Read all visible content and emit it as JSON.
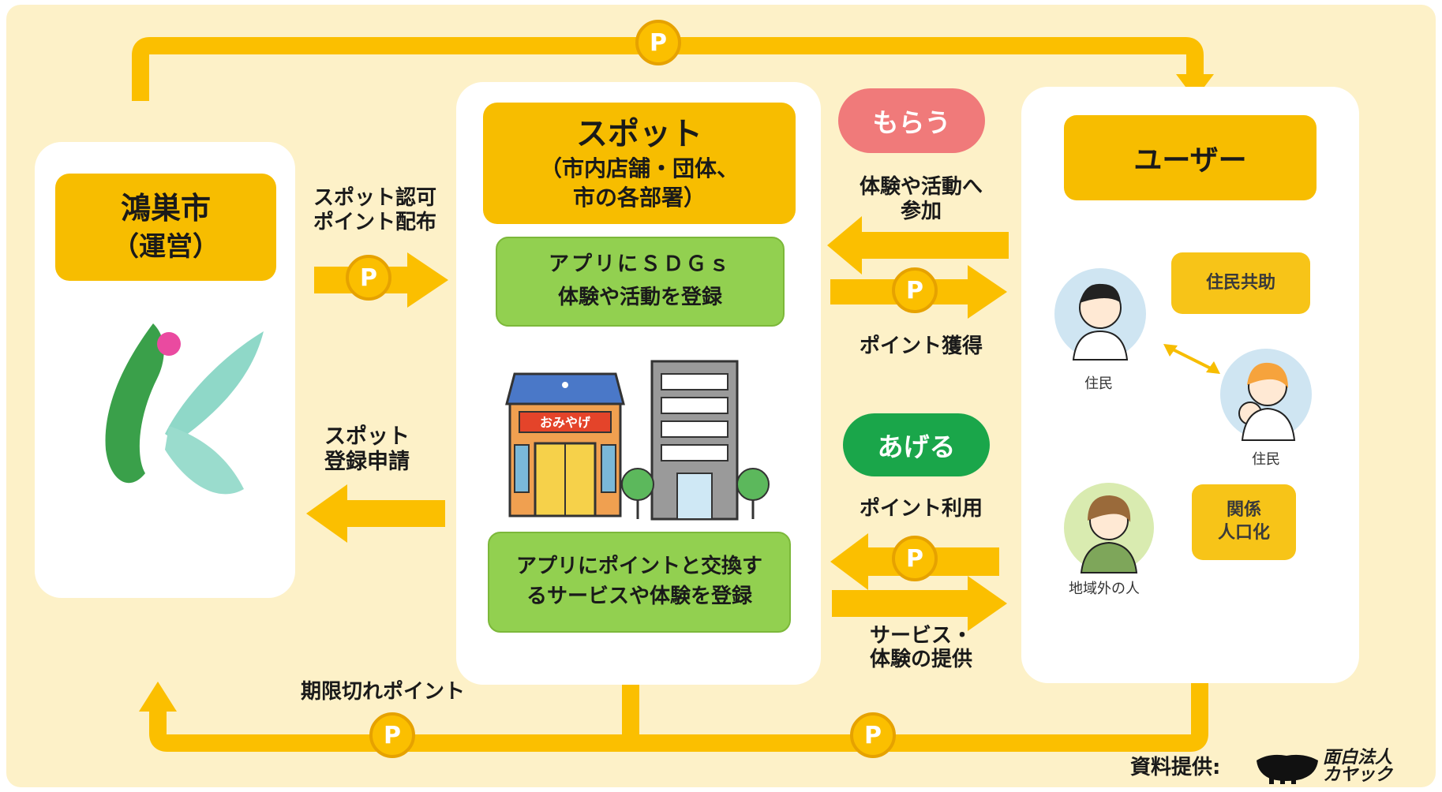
{
  "city": {
    "title": "鴻巣市",
    "subtitle": "（運営）"
  },
  "spot": {
    "title": "スポット",
    "line2": "（市内店舗・団体、",
    "line3": "市の各部署）",
    "register_sdgs_line1": "アプリにＳＤＧｓ",
    "register_sdgs_line2": "体験や活動を登録",
    "register_service_line1": "アプリにポイントと交換す",
    "register_service_line2": "るサービスや体験を登録",
    "shop_sign": "おみやげ"
  },
  "user": {
    "title": "ユーザー",
    "resident1": "住民",
    "resident2": "住民",
    "outsider": "地域外の人",
    "bubble_cooperation": "住民共助",
    "bubble_relation_line1": "関係",
    "bubble_relation_line2": "人口化"
  },
  "labels": {
    "spot_approval_line1": "スポット認可",
    "spot_approval_line2": "ポイント配布",
    "spot_register_line1": "スポット",
    "spot_register_line2": "登録申請",
    "join_line1": "体験や活動へ",
    "join_line2": "参加",
    "point_gain": "ポイント獲得",
    "point_use": "ポイント利用",
    "service_line1": "サービス・",
    "service_line2": "体験の提供",
    "expired": "期限切れポイント"
  },
  "pills": {
    "receive": "もらう",
    "give": "あげる"
  },
  "point_symbol": "P",
  "credit": {
    "label": "資料提供:",
    "logo_line1": "面白法人",
    "logo_line2": "カヤック"
  },
  "colors": {
    "background": "#fdf1c8",
    "accent_yellow": "#f7bd00",
    "green_box": "#92d050",
    "pill_receive": "#f07a7a",
    "pill_give": "#1aa64a"
  }
}
